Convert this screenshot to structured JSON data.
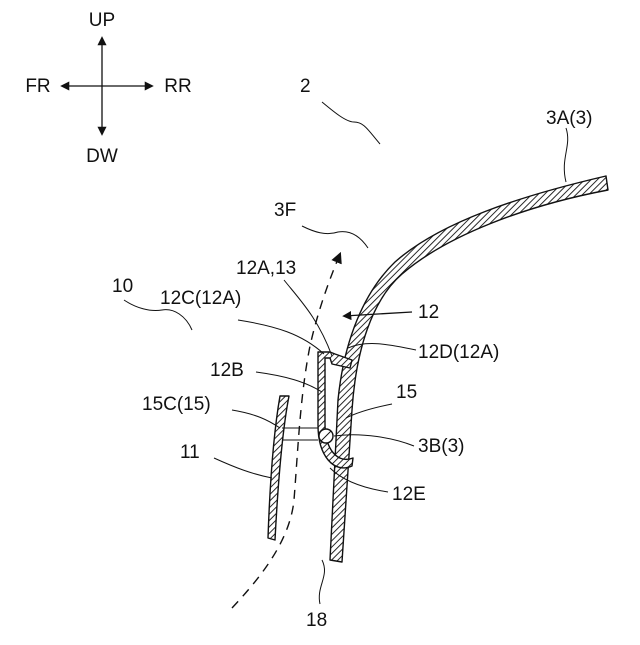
{
  "directions": {
    "up": "UP",
    "down": "DW",
    "front": "FR",
    "rear": "RR"
  },
  "labels": {
    "l2": "2",
    "l3A": "3A(3)",
    "l3F": "3F",
    "l10": "10",
    "l12A13": "12A,13",
    "l12C": "12C(12A)",
    "l12": "12",
    "l12D": "12D(12A)",
    "l12B": "12B",
    "l15": "15",
    "l15C": "15C(15)",
    "l3B": "3B(3)",
    "l11": "11",
    "l12E": "12E",
    "l18": "18"
  },
  "colors": {
    "ink": "#111111",
    "background": "#ffffff"
  }
}
